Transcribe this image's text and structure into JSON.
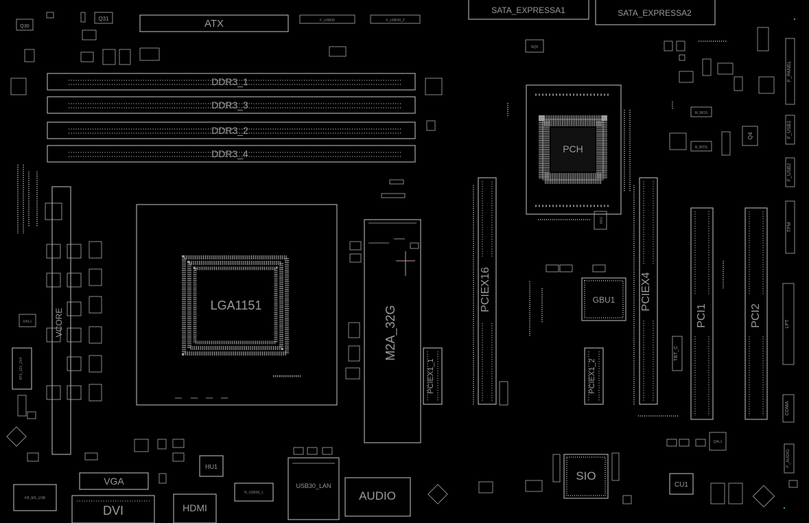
{
  "board": {
    "background": "#000000",
    "outline_color": "#c8c8c8",
    "marker_color": "#c89aa0",
    "accent_color": "#3aa86a"
  },
  "labels": {
    "atx": "ATX",
    "sata1": "SATA_EXPRESSA1",
    "sata2": "SATA_EXPRESSA2",
    "ddr3_1": "DDR3_1",
    "ddr3_3": "DDR3_3",
    "ddr3_2": "DDR3_2",
    "ddr3_4": "DDR3_4",
    "cpu": "LGA1151",
    "m2": "M2A_32G",
    "pciex16": "PCIEX16",
    "pciex4": "PCIEX4",
    "pci1": "PCI1",
    "pci2": "PCI2",
    "pciex1_1": "PCIEX1_1",
    "pciex1_2": "PCIEX1_2",
    "pch": "PCH",
    "gbu1": "GBU1",
    "sio": "SIO",
    "cu1": "CU1",
    "hu1": "HU1",
    "vga": "VGA",
    "dvi": "DVI",
    "hdmi": "HDMI",
    "usb30_lan": "USB30_LAN",
    "audio": "AUDIO",
    "q31": "Q31",
    "q30": "Q30",
    "q4": "Q4",
    "nq9": "NQ9",
    "nx": "NX3",
    "dal1": "DAL1",
    "qal1": "QAL1",
    "tbt": "TBT_C",
    "f_panel": "F_PANEL",
    "f_usb1": "F_USB1",
    "f_usb2": "F_USB2",
    "tpm": "TPM",
    "lpt": "LPT",
    "coma": "COMA",
    "f_audio": "F_AUDIO",
    "kb_ms_usb": "KB_MS_USB",
    "r_usb30_1": "R_USB30_1",
    "atx_12v": "ATX_12V_2X4",
    "usb30_a": "F_USB30",
    "usb30_b": "F_USB30_2",
    "m_bios": "M_BIOS",
    "b_bios": "B_BIOS",
    "vrm": "VCORE"
  }
}
